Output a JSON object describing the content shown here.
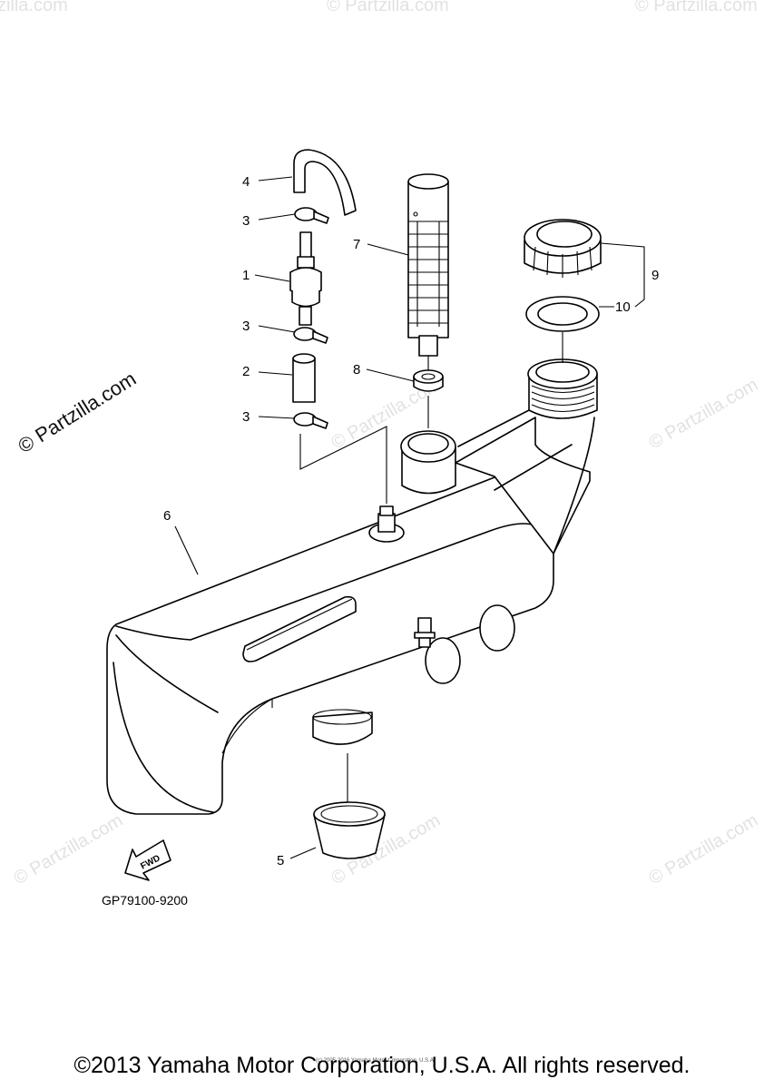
{
  "watermark": {
    "text": "© Partzilla.com"
  },
  "callouts": {
    "c1": "1",
    "c2": "2",
    "c3a": "3",
    "c3b": "3",
    "c3c": "3",
    "c4": "4",
    "c5": "5",
    "c6": "6",
    "c7": "7",
    "c8": "8",
    "c9": "9",
    "c10": "10"
  },
  "fwd_label": "FWD",
  "diagram_code": "GP79100-9200",
  "fine_print": "(c) 2005-2016 Yamaha Motor Corporation, U.S.A.",
  "copyright": "©2013 Yamaha Motor Corporation, U.S.A. All rights reserved."
}
